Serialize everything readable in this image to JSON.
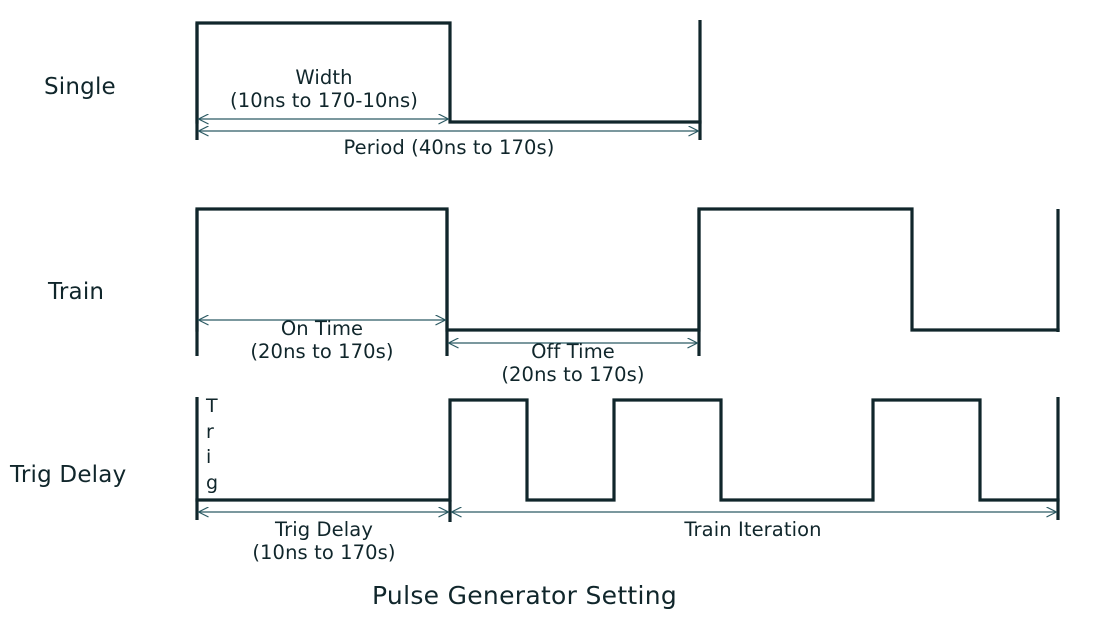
{
  "figure": {
    "title": "Pulse Generator Setting",
    "stroke_color": "#10262b",
    "text_color": "#10262b",
    "background_color": "#ffffff"
  },
  "rows": [
    {
      "id": "single",
      "label": "Single",
      "annotations": [
        {
          "id": "width",
          "line1": "Width",
          "line2": "(10ns to 170-10ns)"
        },
        {
          "id": "period",
          "line1": "Period (40ns to 170s)",
          "line2": ""
        }
      ]
    },
    {
      "id": "train",
      "label": "Train",
      "annotations": [
        {
          "id": "on-time",
          "line1": "On Time",
          "line2": "(20ns to 170s)"
        },
        {
          "id": "off-time",
          "line1": "Off Time",
          "line2": "(20ns to 170s)"
        }
      ]
    },
    {
      "id": "trig-delay",
      "label": "Trig Delay",
      "trig_axis_letters": [
        "T",
        "r",
        "i",
        "g"
      ],
      "annotations": [
        {
          "id": "trig-delay-span",
          "line1": "Trig Delay",
          "line2": "(10ns to 170s)"
        },
        {
          "id": "train-iteration",
          "line1": "Train Iteration",
          "line2": ""
        }
      ]
    }
  ],
  "chart_data": {
    "type": "line",
    "title": "Pulse Generator Setting",
    "xlabel": "",
    "ylabel": "",
    "grid": false,
    "legend_position": "none",
    "series": [
      {
        "name": "Single",
        "description": "One pulse: rises at t=0, high for Width, low for remainder of Period",
        "x": [
          197,
          197,
          450,
          450,
          700
        ],
        "y": [
          122,
          23,
          23,
          122,
          122
        ],
        "levels": {
          "low": 122,
          "high": 23
        }
      },
      {
        "name": "Train",
        "description": "Repeating pulses: On Time high, Off Time low, repeated",
        "x": [
          197,
          197,
          447,
          447,
          699,
          699,
          912,
          912,
          1058
        ],
        "y": [
          330,
          209,
          209,
          330,
          330,
          209,
          209,
          330,
          330
        ],
        "levels": {
          "low": 330,
          "high": 209
        }
      },
      {
        "name": "Trig Delay",
        "description": "Trigger edge then delay, then train of three pulses",
        "x": [
          197,
          450,
          450,
          527,
          527,
          614,
          614,
          721,
          721,
          873,
          873,
          980,
          980,
          1058
        ],
        "y": [
          500,
          500,
          400,
          400,
          500,
          500,
          400,
          400,
          500,
          500,
          400,
          400,
          500,
          500
        ],
        "levels": {
          "low": 500,
          "high": 400
        }
      }
    ],
    "dimension_arrows": [
      {
        "label": "Width",
        "row": "Single",
        "x_from": 197,
        "x_to": 450,
        "y": 119
      },
      {
        "label": "Period",
        "row": "Single",
        "x_from": 197,
        "x_to": 700,
        "y": 131
      },
      {
        "label": "On Time",
        "row": "Train",
        "x_from": 197,
        "x_to": 447,
        "y": 320
      },
      {
        "label": "Off Time",
        "row": "Train",
        "x_from": 447,
        "x_to": 699,
        "y": 343
      },
      {
        "label": "Trig Delay",
        "row": "Trig Delay",
        "x_from": 197,
        "x_to": 450,
        "y": 512
      },
      {
        "label": "Train Iteration",
        "row": "Trig Delay",
        "x_from": 450,
        "x_to": 1058,
        "y": 512
      }
    ],
    "axis_ranges": {
      "x": [
        0,
        1098
      ],
      "y": [
        0,
        621
      ]
    }
  }
}
